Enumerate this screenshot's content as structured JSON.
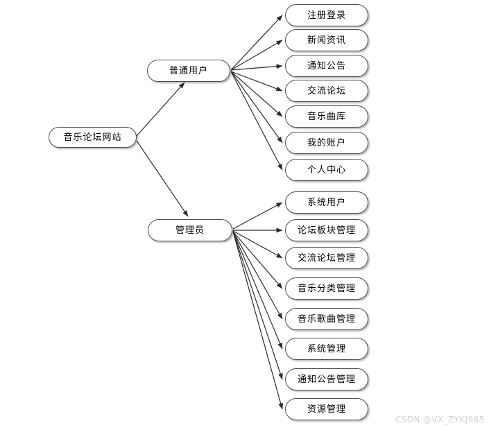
{
  "diagram": {
    "type": "tree-hierarchy",
    "root": {
      "id": "root",
      "label": "音乐论坛网站"
    },
    "branches": [
      {
        "id": "user",
        "label": "普通用户",
        "leaves": [
          {
            "id": "user-register-login",
            "label": "注册登录"
          },
          {
            "id": "user-news",
            "label": "新闻资讯"
          },
          {
            "id": "user-notice",
            "label": "通知公告"
          },
          {
            "id": "user-forum",
            "label": "交流论坛"
          },
          {
            "id": "user-music-library",
            "label": "音乐曲库"
          },
          {
            "id": "user-my-account",
            "label": "我的账户"
          },
          {
            "id": "user-personal-center",
            "label": "个人中心"
          }
        ]
      },
      {
        "id": "admin",
        "label": "管理员",
        "leaves": [
          {
            "id": "admin-system-user",
            "label": "系统用户"
          },
          {
            "id": "admin-forum-section",
            "label": "论坛板块管理"
          },
          {
            "id": "admin-forum-manage",
            "label": "交流论坛管理"
          },
          {
            "id": "admin-music-category",
            "label": "音乐分类管理"
          },
          {
            "id": "admin-music-song",
            "label": "音乐歌曲管理"
          },
          {
            "id": "admin-system-manage",
            "label": "系统管理"
          },
          {
            "id": "admin-notice-manage",
            "label": "通知公告管理"
          },
          {
            "id": "admin-resource-manage",
            "label": "资源管理"
          }
        ]
      }
    ],
    "watermark": "CSDN @VX_ZYKJ985",
    "colors": {
      "node_border": "#4d4d4d",
      "node_fill": "#ffffff",
      "edge": "#2b2b2b",
      "text": "#000000",
      "watermark": "#cfd3d8",
      "background": "#ffffff"
    }
  }
}
